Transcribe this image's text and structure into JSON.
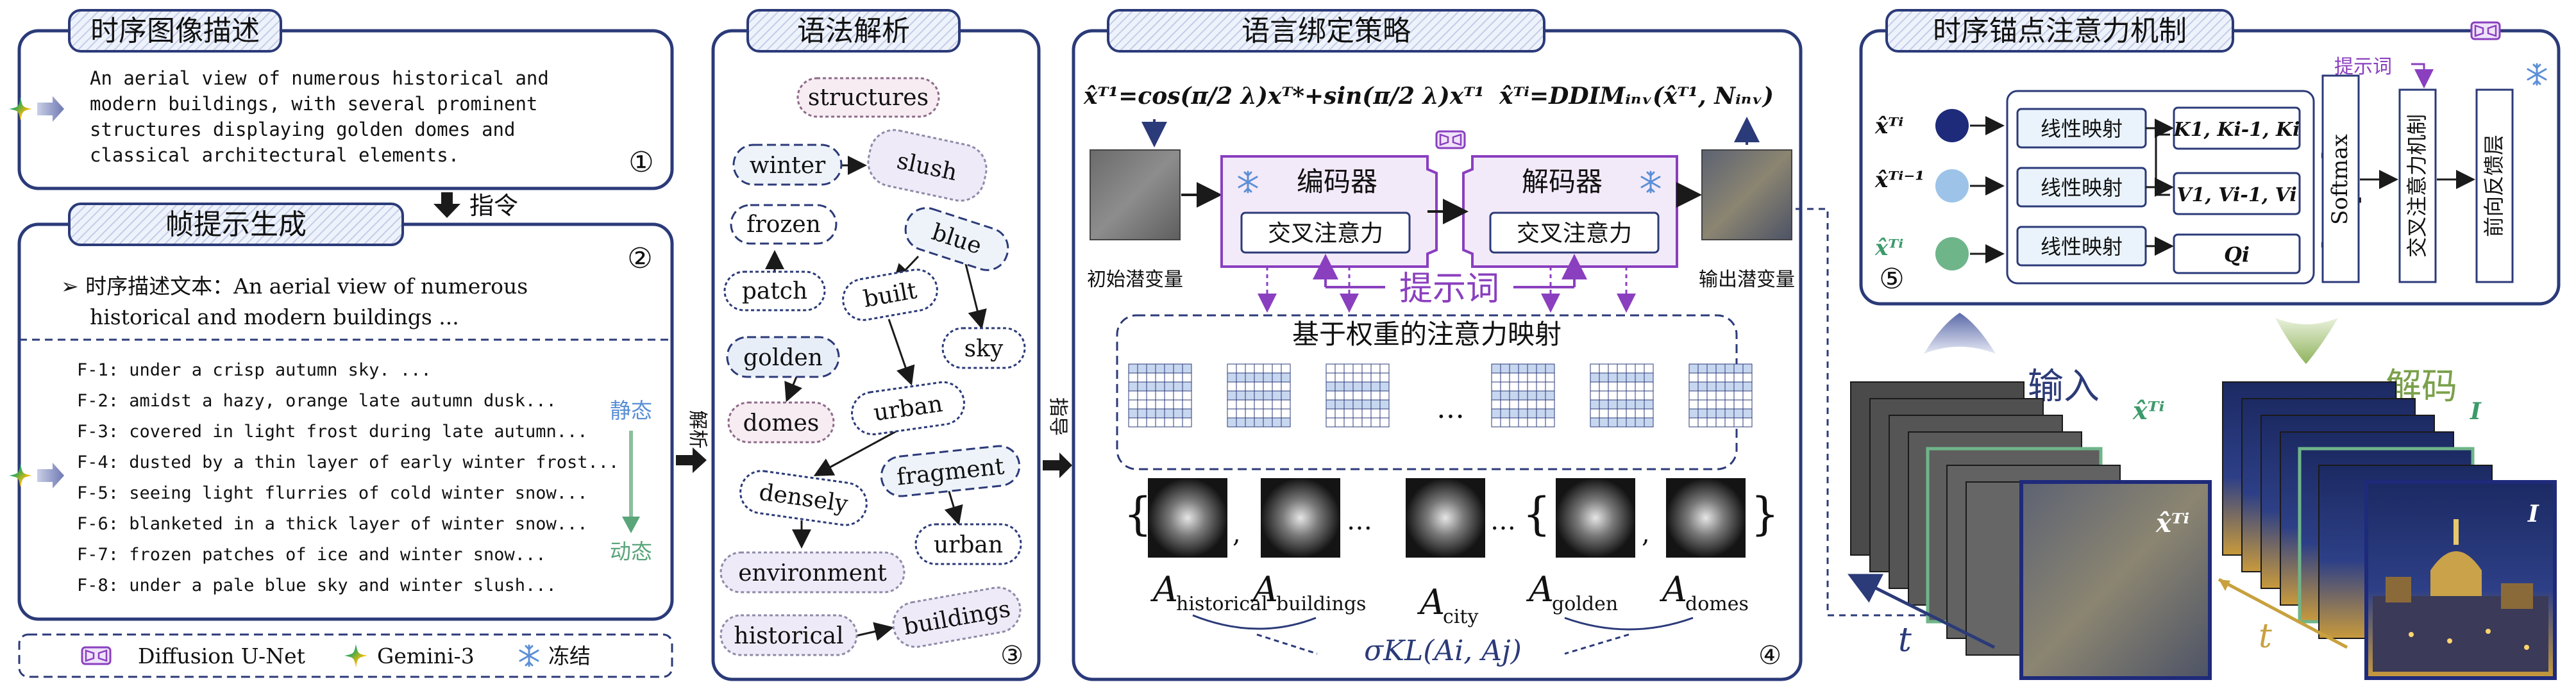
{
  "panels": {
    "p1_title": "时序图像描述",
    "p1_caption": [
      "An aerial view of numerous historical and",
      "modern buildings, with several prominent",
      "structures displaying golden domes and",
      "classical architectural elements."
    ],
    "p1_num": "①",
    "instruct_label": "指令",
    "p2_title": "帧提示生成",
    "p2_num": "②",
    "p2_desc": [
      "➢ 时序描述文本：An aerial view of numerous",
      "historical and modern buildings ..."
    ],
    "p2_frames": [
      "F-1: under a crisp autumn sky. ...",
      "F-2: amidst a hazy, orange late autumn dusk...",
      "F-3: covered in light frost during late autumn...",
      "F-4: dusted by a thin layer of early winter frost...",
      "F-5: seeing light flurries of cold winter snow...",
      "F-6: blanketed in a thick layer of winter snow...",
      "F-7: frozen patches of ice and winter snow...",
      "F-8: under a pale blue sky and winter slush..."
    ],
    "static_label": "静态",
    "dynamic_label": "动态",
    "parse_label": "解析",
    "legend": {
      "unet": "Diffusion U-Net",
      "gemini": "Gemini-3",
      "freeze": "冻结"
    },
    "p3_title": "语法解析",
    "p3_num": "③",
    "p3_words": [
      "structures",
      "winter",
      "slush",
      "frozen",
      "blue",
      "patch",
      "built",
      "sky",
      "golden",
      "urban",
      "domes",
      "fragment",
      "densely",
      "urban",
      "environment",
      "historical",
      "buildings"
    ],
    "guide_label": "指导",
    "p4_title": "语言绑定策略",
    "p4_num": "④",
    "formula_left": "x̂ᵀ¹=cos(π/2 λ)xᵀ*+sin(π/2 λ)xᵀ¹",
    "formula_right": "x̂ᵀⁱ=DDIMᵢₙᵥ(x̂ᵀ¹, Nᵢₙᵥ)",
    "init_latent": "初始潜变量",
    "output_latent": "输出潜变量",
    "encoder": "编码器",
    "decoder": "解码器",
    "cross_attn": "交叉注意力",
    "prompt_word": "提示词",
    "weight_map_title": "基于权重的注意力映射",
    "ellipsis": "…",
    "attn_labels": [
      "historical",
      "buildings",
      "city",
      "golden",
      "domes"
    ],
    "attn_A": "A",
    "kl_formula": "σKL(Ai, Aj)",
    "p5_title": "时序锚点注意力机制",
    "p5_num": "⑤",
    "p5_prompt": "提示词",
    "p5_inputs": [
      "x̂ᵀⁱ",
      "x̂ᵀⁱ⁻¹",
      "x̂ᵀⁱ"
    ],
    "linear_map": "线性映射",
    "k_label": "K1, Ki-1, Ki",
    "v_label": "V1, Vi-1, Vi",
    "q_label": "Qi",
    "softmax": "Softmax",
    "cross_attn_mech": "交叉注意力机制",
    "ffn": "前向反馈层",
    "input_label": "输入",
    "decode_label": "解码",
    "t_label": "t",
    "xt_label": "x̂ᵀⁱ",
    "I_label": "I"
  },
  "colors": {
    "navy": "#2b3a78",
    "purple": "#8a3fbf",
    "teal_green": "#5aa57a",
    "light_blue": "#c7d7ef",
    "sky": "#9dc3e8"
  }
}
